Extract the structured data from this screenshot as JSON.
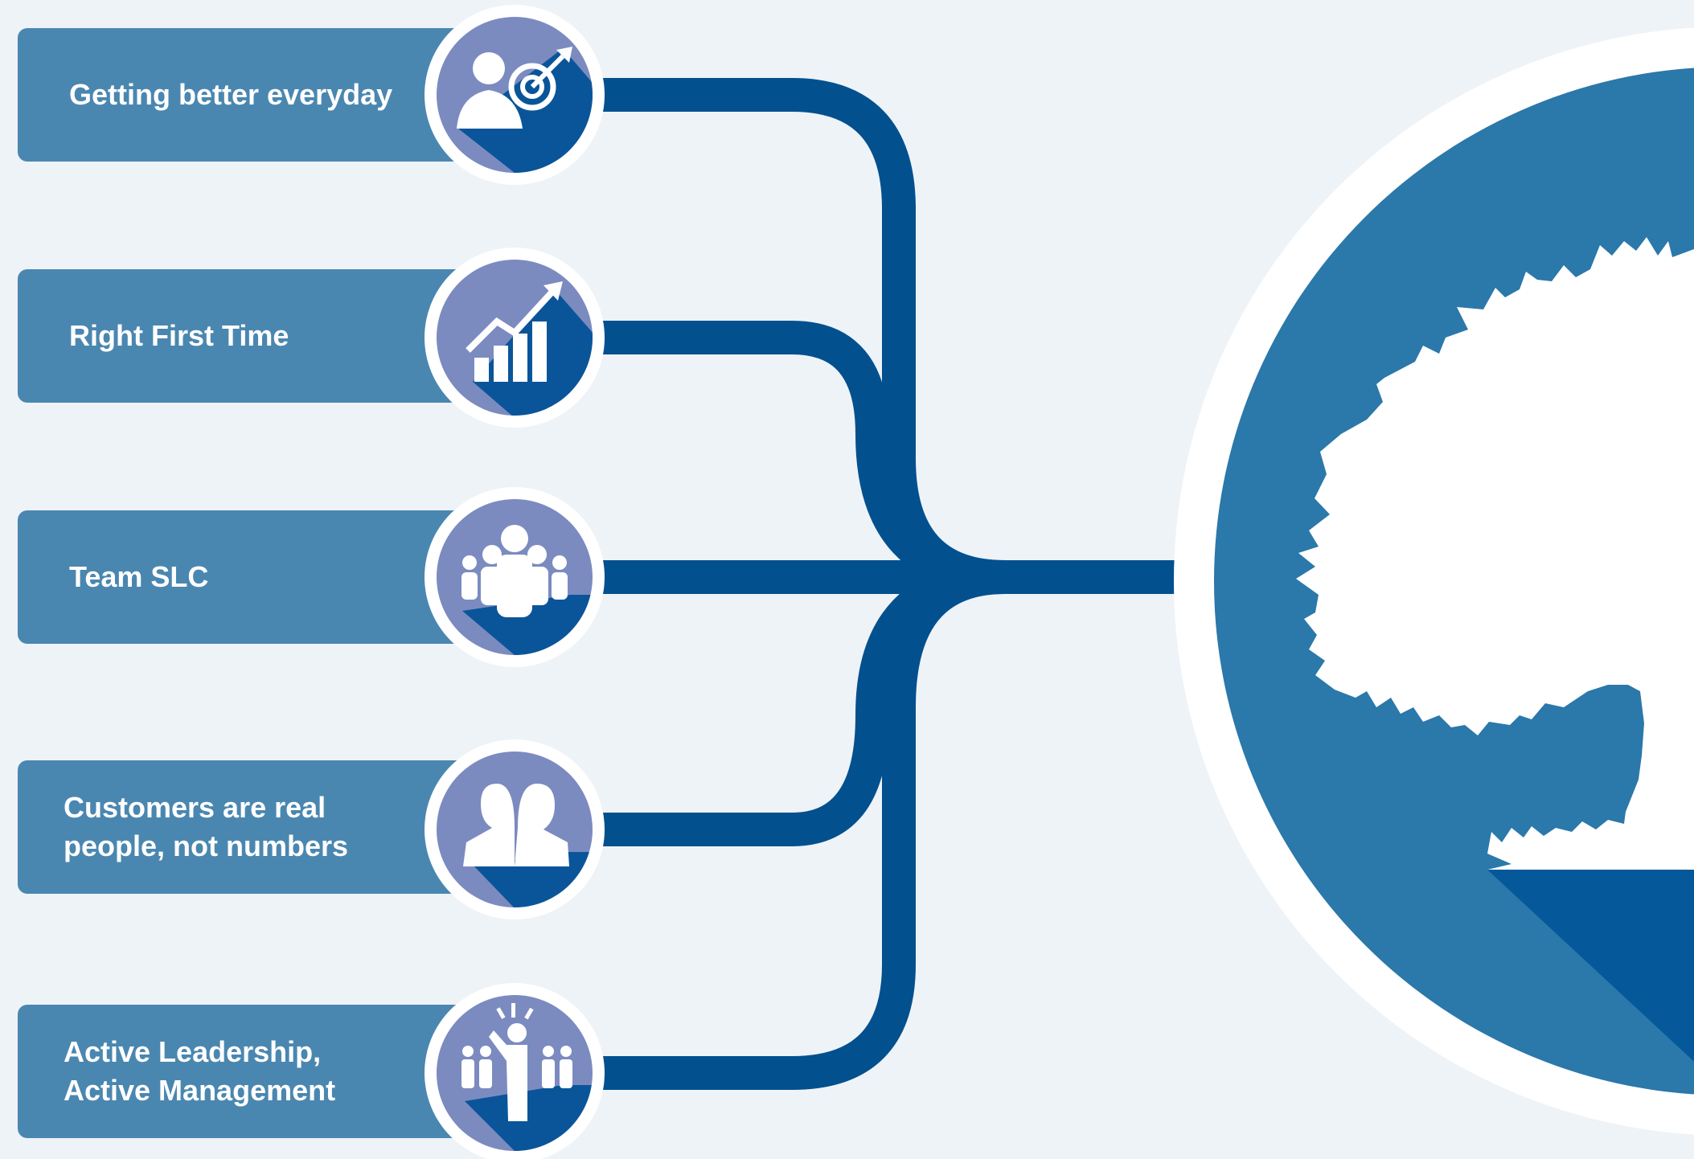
{
  "diagram": {
    "values": [
      {
        "label": "Getting better everyday",
        "icon": "person-target-icon"
      },
      {
        "label": "Right First Time",
        "icon": "growth-chart-icon"
      },
      {
        "label": "Team SLC",
        "icon": "team-group-icon"
      },
      {
        "label": "Customers are real\npeople, not numbers",
        "icon": "customers-icon"
      },
      {
        "label": "Active Leadership,\nActive Management",
        "icon": "leader-team-icon"
      }
    ],
    "tree_icon": "oak-tree-icon"
  },
  "colors": {
    "background": "#eef3f7",
    "label_box": "#4a87b0",
    "icon_circle": "#7b8bc0",
    "icon_shadow": "#0a5599",
    "connector": "#03508f",
    "tree_circle": "#2b78aa",
    "tree_shadow": "#05589a",
    "white": "#ffffff"
  }
}
